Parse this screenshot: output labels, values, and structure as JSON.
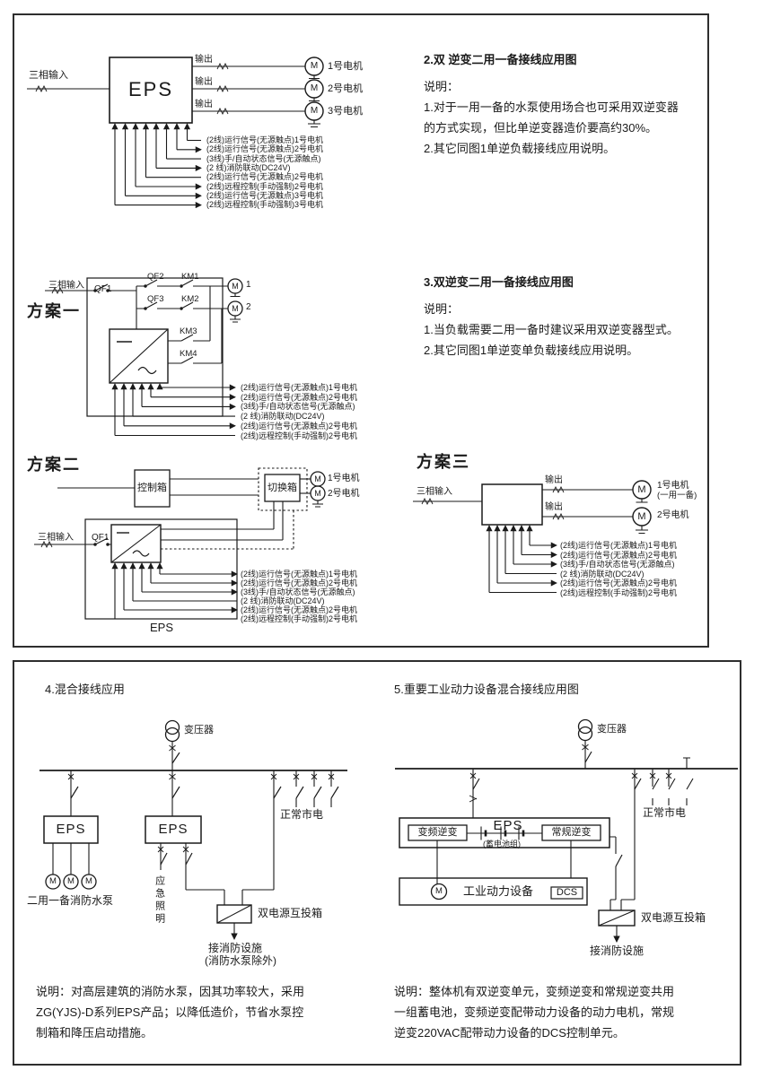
{
  "symbols": {
    "motor": "M"
  },
  "top_panel": {
    "diagram1": {
      "input_label": "三相输入",
      "eps_label": "EPS",
      "output_label": "输出",
      "motors": [
        "1号电机",
        "2号电机",
        "3号电机"
      ],
      "signals": [
        "(2线)运行信号(无源触点)1号电机",
        "(2线)运行信号(无源触点)2号电机",
        "(3线)手/自动状态信号(无源触点)",
        "(2 线)消防联动(DC24V)",
        "(2线)运行信号(无源触点)2号电机",
        "(2线)远程控制(手动强制)2号电机",
        "(2线)运行信号(无源触点)3号电机",
        "(2线)远程控制(手动强制)3号电机"
      ]
    },
    "text2": {
      "title": "2.双 逆变二用一备接线应用图",
      "lines": [
        "说明：",
        "1.对于一用一备的水泵使用场合也可采用双逆变器",
        "的方式实现，但比单逆变器造价要高约30%。",
        "2.其它同图1单逆负载接线应用说明。"
      ]
    },
    "scheme1": {
      "title": "方案一",
      "input_label": "三相输入",
      "qf1": "QF1",
      "qf2": "QF2",
      "qf3": "QF3",
      "km1": "KM1",
      "km2": "KM2",
      "km3": "KM3",
      "km4": "KM4",
      "motor1": "1",
      "motor2": "2",
      "signals": [
        "(2线)运行信号(无源触点)1号电机",
        "(2线)运行信号(无源触点)2号电机",
        "(3线)手/自动状态信号(无源触点)",
        "(2 线)消防联动(DC24V)",
        "(2线)运行信号(无源触点)2号电机",
        "(2线)远程控制(手动强制)2号电机"
      ]
    },
    "text3": {
      "title": "3.双逆变二用一备接线应用图",
      "lines": [
        "说明：",
        "1.当负载需要二用一备时建议采用双逆变器型式。",
        "2.其它同图1单逆变单负载接线应用说明。"
      ]
    },
    "scheme2": {
      "title": "方案二",
      "control_box": "控制箱",
      "switch_box": "切换箱",
      "motor1": "1号电机",
      "motor2": "2号电机",
      "input_label": "三相输入",
      "qf1": "QF1",
      "eps_label": "EPS",
      "signals": [
        "(2线)运行信号(无源触点)1号电机",
        "(2线)运行信号(无源触点)2号电机",
        "(3线)手/自动状态信号(无源触点)",
        "(2 线)消防联动(DC24V)",
        "(2线)运行信号(无源触点)2号电机",
        "(2线)远程控制(手动强制)2号电机"
      ]
    },
    "scheme3": {
      "title": "方案三",
      "input_label": "三相输入",
      "output_label": "输出",
      "motor1": "1号电机",
      "motor1_note": "(一用一备)",
      "motor2": "2号电机",
      "signals": [
        "(2线)运行信号(无源触点)1号电机",
        "(2线)运行信号(无源触点)2号电机",
        "(3线)手/自动状态信号(无源触点)",
        "(2 线)消防联动(DC24V)",
        "(2线)运行信号(无源触点)2号电机",
        "(2线)远程控制(手动强制)2号电机"
      ]
    }
  },
  "bottom_panel": {
    "diagram4": {
      "title": "4.混合接线应用",
      "transformer": "变压器",
      "normal_mains": "正常市电",
      "eps1": "EPS",
      "eps2": "EPS",
      "pumps_label": "二用一备消防水泵",
      "lighting_label": "应急照明",
      "transfer_box": "双电源互投箱",
      "to_fire": "接消防设施",
      "to_fire_note": "(消防水泵除外)",
      "note_lines": [
        "说明：对高层建筑的消防水泵，因其功率较大，采用",
        "ZG(YJS)-D系列EPS产品；以降低造价，节省水泵控",
        "制箱和降压启动措施。"
      ]
    },
    "diagram5": {
      "title": "5.重要工业动力设备混合接线应用图",
      "transformer": "变压器",
      "normal_mains": "正常市电",
      "eps_label": "EPS",
      "battery_label": "(蓄电池组)",
      "vfd_inverter": "变频逆变",
      "std_inverter": "常规逆变",
      "industrial_label": "工业动力设备",
      "dcs_label": "DCS",
      "transfer_box": "双电源互投箱",
      "to_fire": "接消防设施",
      "note_lines": [
        "说明：整体机有双逆变单元，变频逆变和常规逆变共用",
        "一组蓄电池，变频逆变配带动力设备的动力电机，常规",
        "逆变220VAC配带动力设备的DCS控制单元。"
      ]
    }
  }
}
